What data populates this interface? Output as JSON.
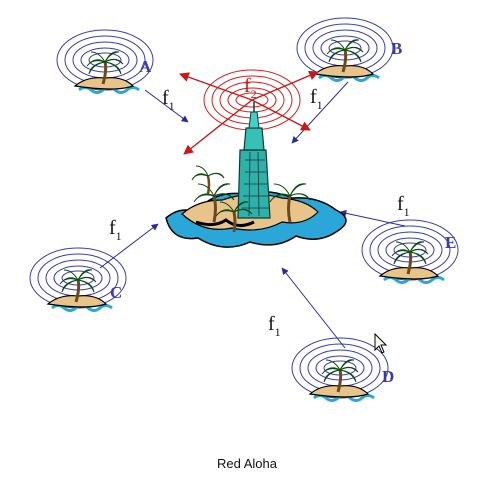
{
  "nodes": {
    "A": {
      "label": "A",
      "freq": "f",
      "freq_sub": "1"
    },
    "B": {
      "label": "B",
      "freq": "f",
      "freq_sub": "1"
    },
    "C": {
      "label": "C",
      "freq": "f",
      "freq_sub": "1"
    },
    "D": {
      "label": "D",
      "freq": "f",
      "freq_sub": "1"
    },
    "E": {
      "label": "E",
      "freq": "f",
      "freq_sub": "1"
    }
  },
  "hub": {
    "freq": "f",
    "freq_sub": "2"
  },
  "caption": "Red Aloha",
  "colors": {
    "island_wave": "#3b3ba8",
    "hub_wave": "#d02020",
    "link": "#2a2aa0",
    "sand": "#e9c48a",
    "water": "#2aa7d8",
    "palm": "#1e8a2a"
  }
}
